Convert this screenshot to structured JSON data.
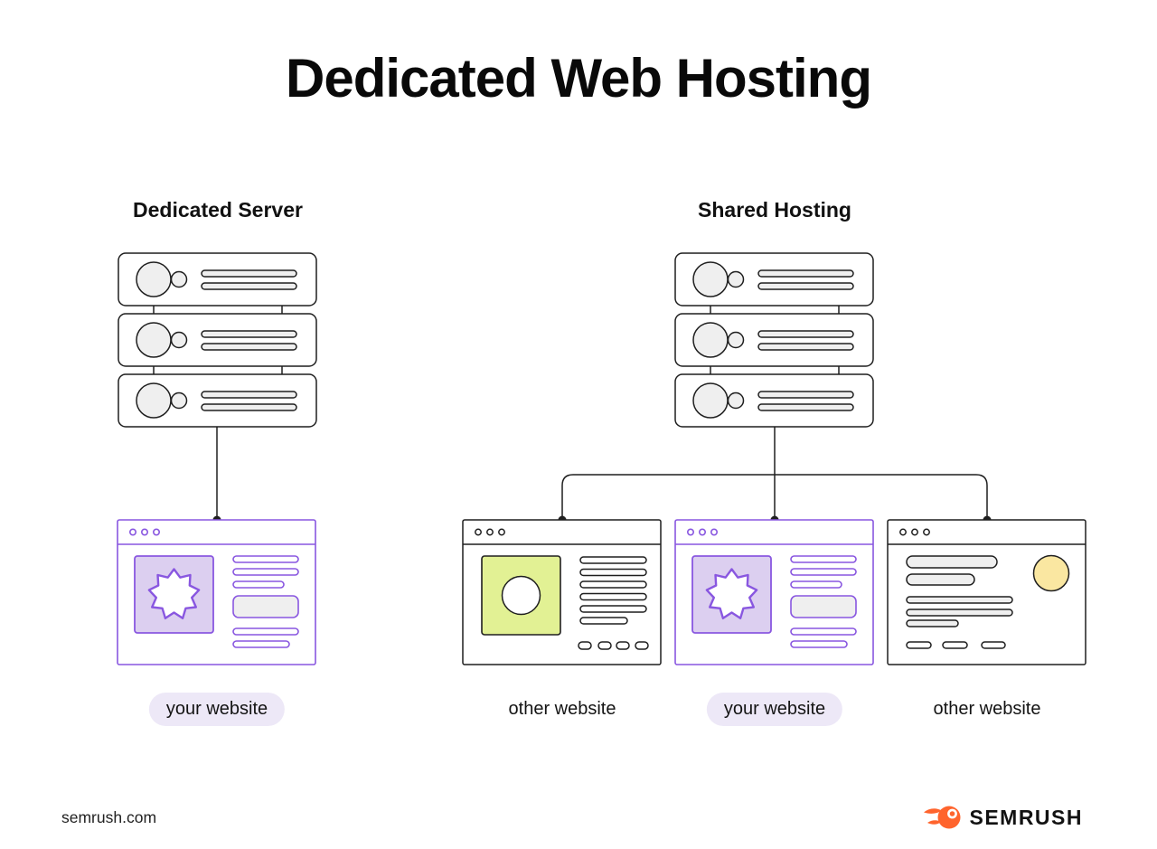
{
  "title": "Dedicated Web Hosting",
  "left_section": {
    "heading": "Dedicated Server",
    "website_label": "your website"
  },
  "right_section": {
    "heading": "Shared Hosting",
    "website_labels": [
      "other website",
      "your website",
      "other website"
    ]
  },
  "footer": {
    "site_url": "semrush.com",
    "brand_name": "SEMRUSH"
  },
  "icons": {
    "server_stack": "server-rack-icon",
    "browser": "browser-window-icon",
    "starburst": "starburst-icon",
    "brand_logo": "semrush-flame-icon"
  },
  "colors": {
    "ink": "#1f1f1f",
    "accent_purple": "#8957e0",
    "purple_fill": "#dccff0",
    "label_pill_bg": "#ede8f7",
    "green_fill": "#e2f194",
    "yellow_fill": "#fae7a1",
    "gray_fill": "#efefef",
    "brand_orange": "#ff642d",
    "bg": "#ffffff"
  }
}
